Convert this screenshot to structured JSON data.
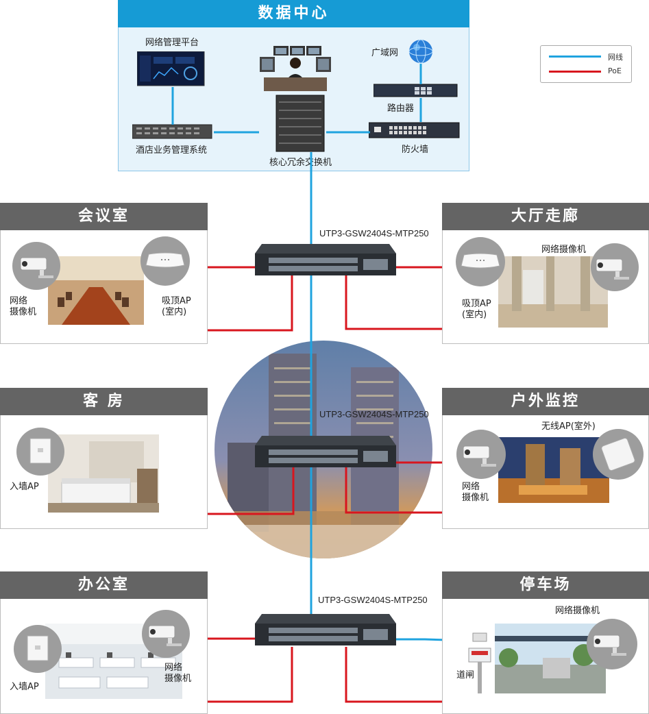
{
  "data_center": {
    "title": "数据中心",
    "mgmt_platform": "网络管理平台",
    "hotel_system": "酒店业务管理系统",
    "core_switch": "核心冗余交换机",
    "wan": "广域网",
    "router": "路由器",
    "firewall": "防火墙"
  },
  "legend": {
    "network": "网线",
    "poe": "PoE"
  },
  "switch_model": {
    "top": "UTP3-GSW2404S-MTP250",
    "middle": "UTP3-GSW2404S-MTP250",
    "bottom": "UTP3-GSW2404S-MTP250"
  },
  "meeting_room": {
    "title": "会议室",
    "camera": "网络\n摄像机",
    "ap": "吸顶AP\n(室内)"
  },
  "lobby": {
    "title": "大厅走廊",
    "camera": "网络摄像机",
    "ap": "吸顶AP\n(室内)"
  },
  "guest_room": {
    "title": "客 房",
    "ap": "入墙AP"
  },
  "outdoor": {
    "title": "户外监控",
    "ap": "无线AP(室外)",
    "camera": "网络\n摄像机"
  },
  "office": {
    "title": "办公室",
    "ap": "入墙AP",
    "camera": "网络\n摄像机"
  },
  "parking": {
    "title": "停车场",
    "camera": "网络摄像机",
    "gate": "道闸"
  },
  "colors": {
    "network": "#1fa3df",
    "poe": "#d8161e",
    "header_dc": "#169bd5",
    "header_section": "#646464"
  }
}
